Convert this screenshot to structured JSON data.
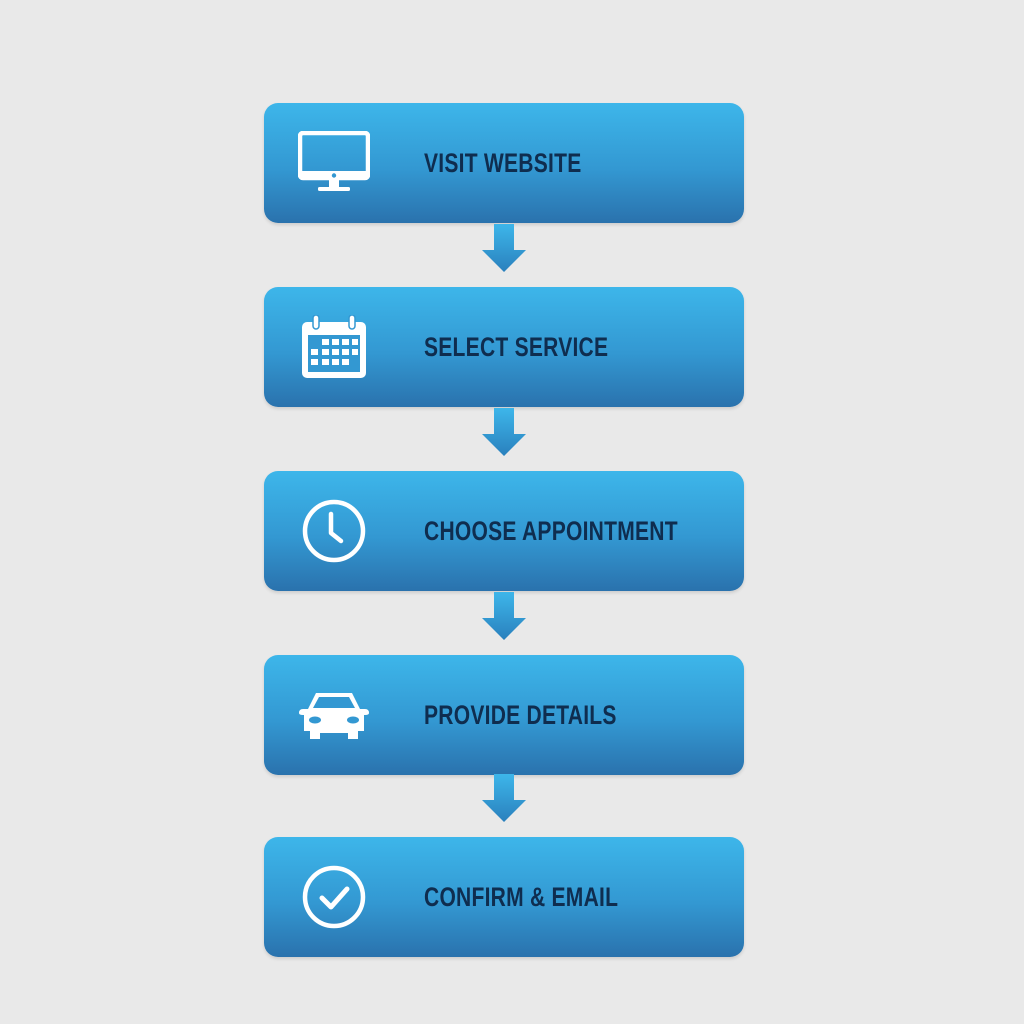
{
  "flow": {
    "steps": [
      {
        "label": "VISIT WEBSITE",
        "icon": "monitor-icon"
      },
      {
        "label": "SELECT SERVICE",
        "icon": "calendar-icon"
      },
      {
        "label": "CHOOSE APPOINTMENT",
        "icon": "clock-icon"
      },
      {
        "label": "PROVIDE DETAILS",
        "icon": "car-icon"
      },
      {
        "label": "CONFIRM & EMAIL",
        "icon": "check-circle-icon"
      }
    ],
    "colors": {
      "box_top": "#3db6ea",
      "box_bottom": "#2a72ad",
      "text": "#0f2d4f",
      "background": "#e9e9e9",
      "icon": "#ffffff"
    }
  }
}
